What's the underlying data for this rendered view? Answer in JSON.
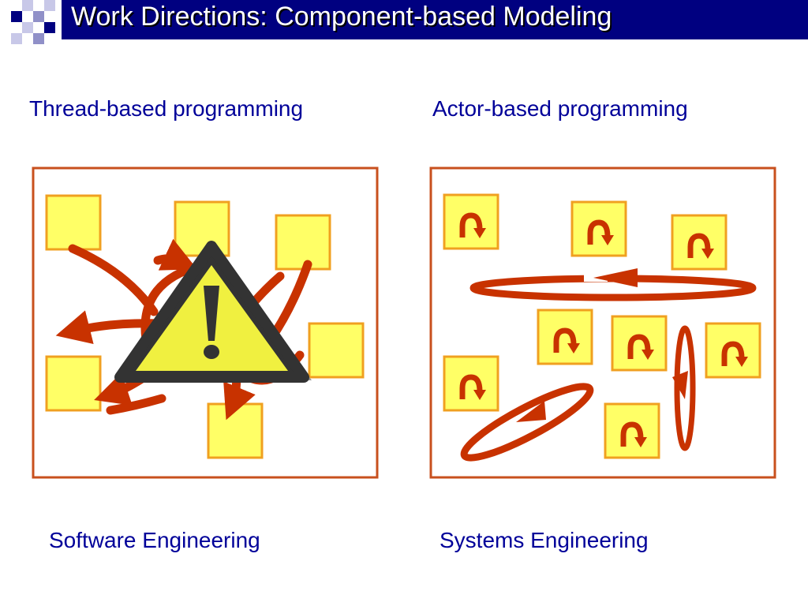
{
  "slide": {
    "title": "Work Directions: Component-based Modeling"
  },
  "left": {
    "heading": "Thread-based programming",
    "caption": "Software Engineering"
  },
  "right": {
    "heading": "Actor-based programming",
    "caption": "Systems Engineering"
  },
  "colors": {
    "title_bar": "#000080",
    "text": "#000099",
    "frame": "#c8501e",
    "box_fill": "#ffff66",
    "box_stroke": "#f0a020",
    "arrow": "#c83200",
    "warning_fill": "#f0f040",
    "warning_border": "#333333"
  }
}
